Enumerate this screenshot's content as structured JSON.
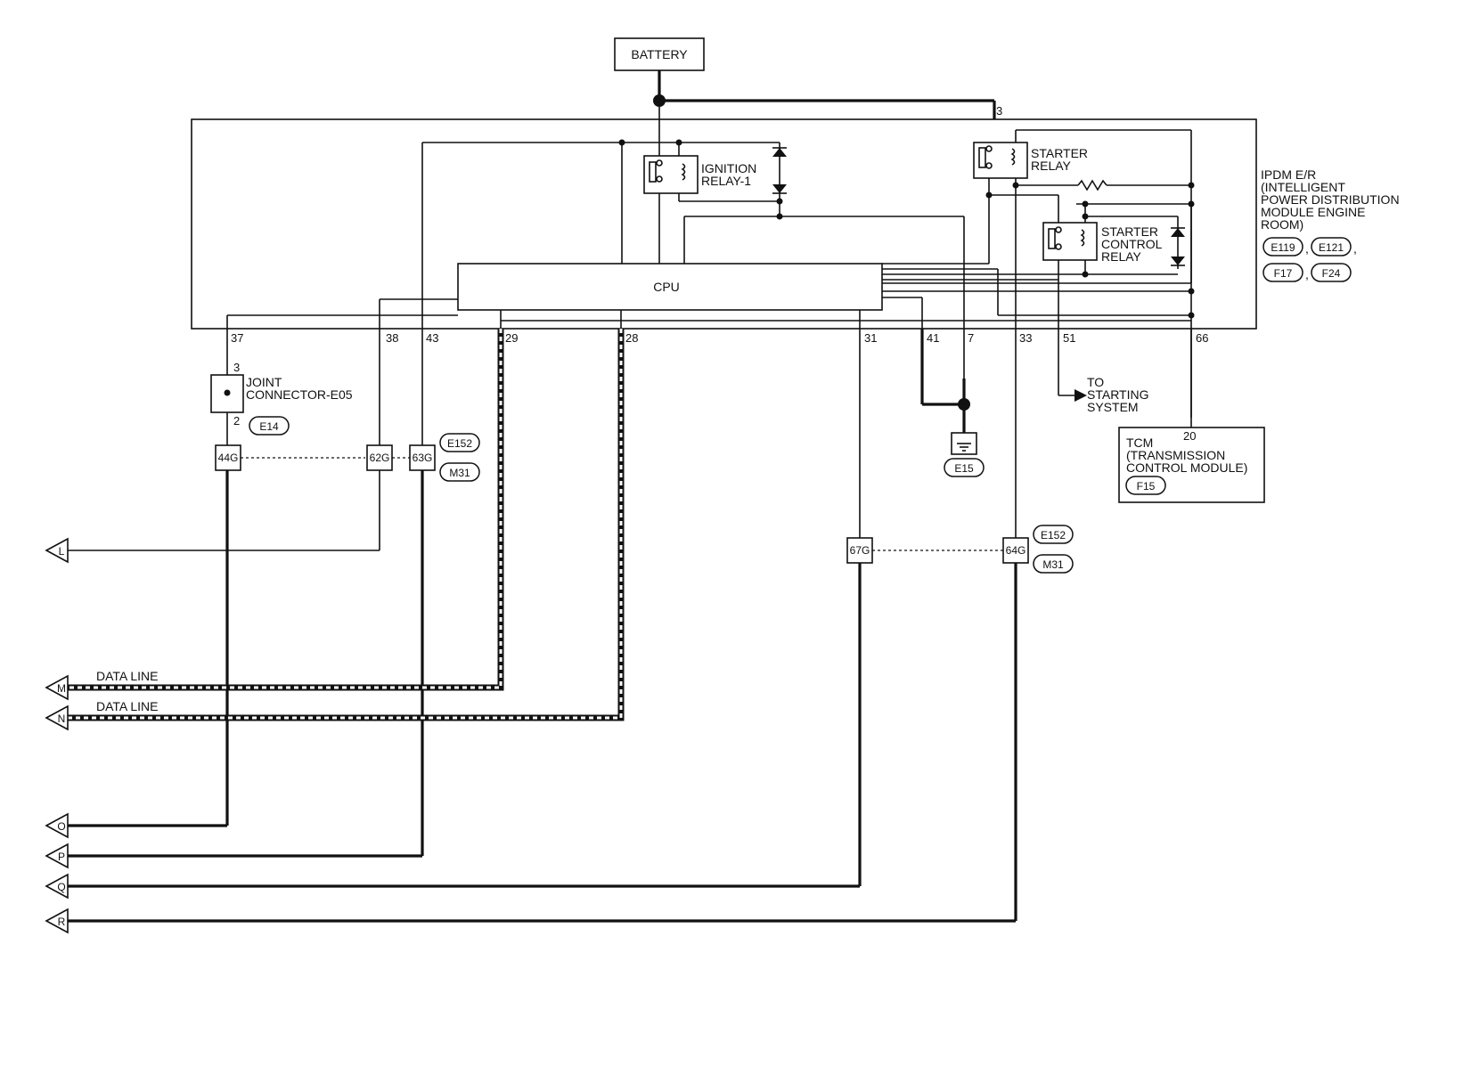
{
  "components": {
    "battery": "BATTERY",
    "cpu": "CPU",
    "ignition_relay": [
      "IGNITION",
      "RELAY-1"
    ],
    "starter_relay": [
      "STARTER",
      "RELAY"
    ],
    "starter_control_relay": [
      "STARTER",
      "CONTROL",
      "RELAY"
    ],
    "ipdm": [
      "IPDM E/R",
      "(INTELLIGENT",
      "POWER DISTRIBUTION",
      "MODULE ENGINE",
      "ROOM)"
    ],
    "joint_connector": [
      "JOINT",
      "CONNECTOR-E05"
    ],
    "to_starting": [
      "TO",
      "STARTING",
      "SYSTEM"
    ],
    "tcm": [
      "TCM",
      "(TRANSMISSION",
      "CONTROL MODULE)"
    ]
  },
  "connectors": {
    "ipdm": [
      "E119",
      "E121",
      "F17",
      "F24"
    ],
    "joint": "E14",
    "harness_left": [
      "E152",
      "M31"
    ],
    "harness_right": [
      "E152",
      "M31"
    ],
    "ground": "E15",
    "tcm": "F15"
  },
  "pins": {
    "battery_in": "3",
    "p37": "37",
    "p38": "38",
    "p43": "43",
    "p29": "29",
    "p28": "28",
    "p31": "31",
    "p41": "41",
    "p7": "7",
    "p33": "33",
    "p51": "51",
    "p66": "66",
    "joint_top": "3",
    "joint_bottom": "2",
    "tcm_pin": "20"
  },
  "harness_pins": [
    "44G",
    "62G",
    "63G",
    "67G",
    "64G"
  ],
  "offpage": [
    "L",
    "M",
    "N",
    "O",
    "P",
    "Q",
    "R"
  ],
  "data_line_label": "DATA LINE",
  "colors": {
    "wire": "#111111",
    "background": "#ffffff"
  }
}
